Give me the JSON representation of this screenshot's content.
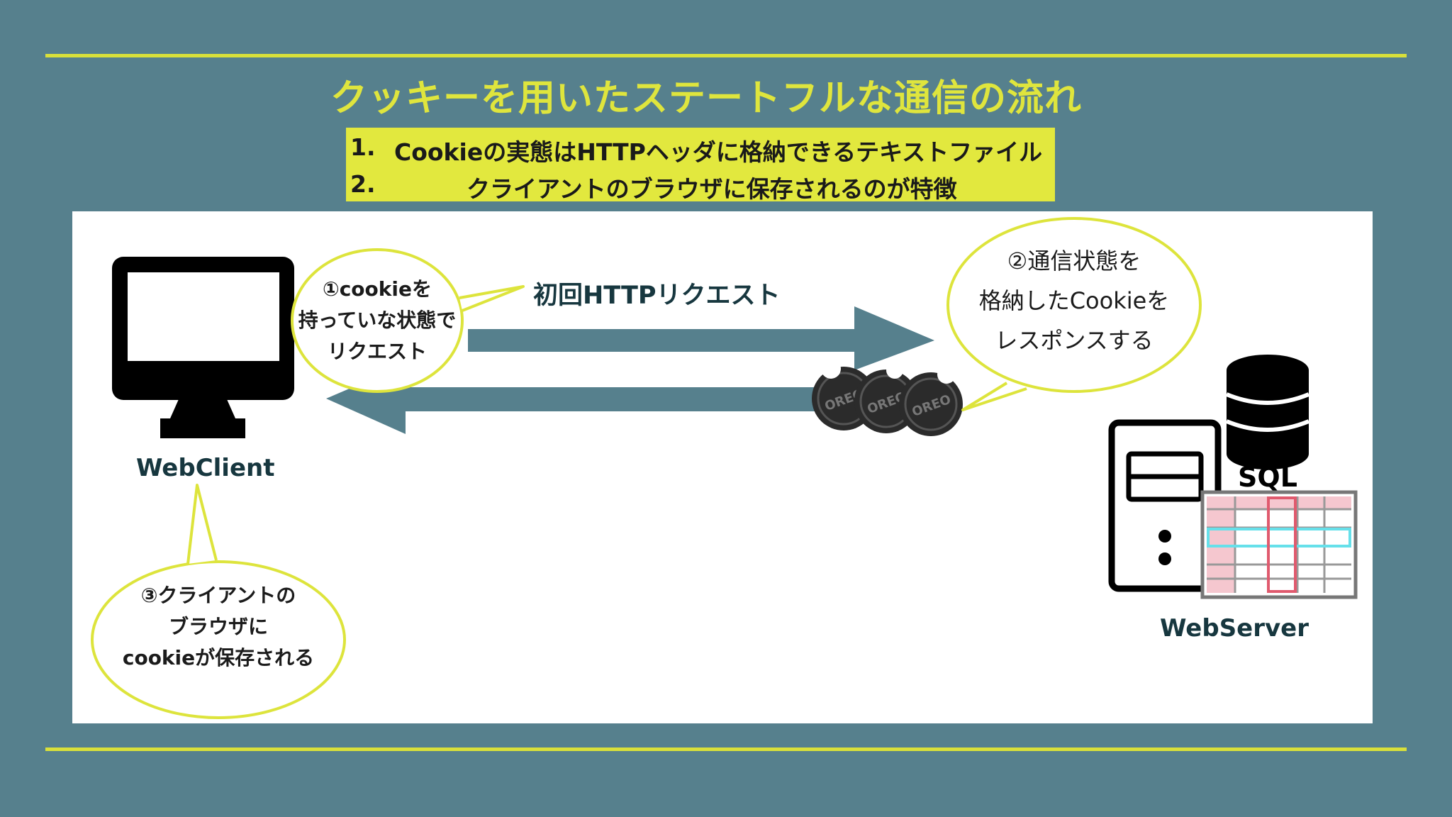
{
  "title": "クッキーを用いたステートフルな通信の流れ",
  "features": [
    {
      "num": "1.",
      "text": "Cookieの実態はHTTPヘッダに格納できるテキストファイル"
    },
    {
      "num": "2.",
      "text": "クライアントのブラウザに保存されるのが特徴"
    }
  ],
  "client": {
    "label": "WebClient"
  },
  "server": {
    "label": "WebServer",
    "db_label": "SQL"
  },
  "request_label": "初回HTTPリクエスト",
  "cookie_label": "OREO",
  "bubbles": {
    "step1": [
      "①cookieを",
      "持っていな状態で",
      "リクエスト"
    ],
    "step2": [
      "②通信状態を",
      "格納したCookieを",
      "レスポンスする"
    ],
    "step3": [
      "③クライアントの",
      "ブラウザに",
      "cookieが保存される"
    ]
  },
  "colors": {
    "background": "#56808d",
    "accent": "#dfe53d",
    "arrow": "#56808d",
    "label_text": "#17373f"
  }
}
